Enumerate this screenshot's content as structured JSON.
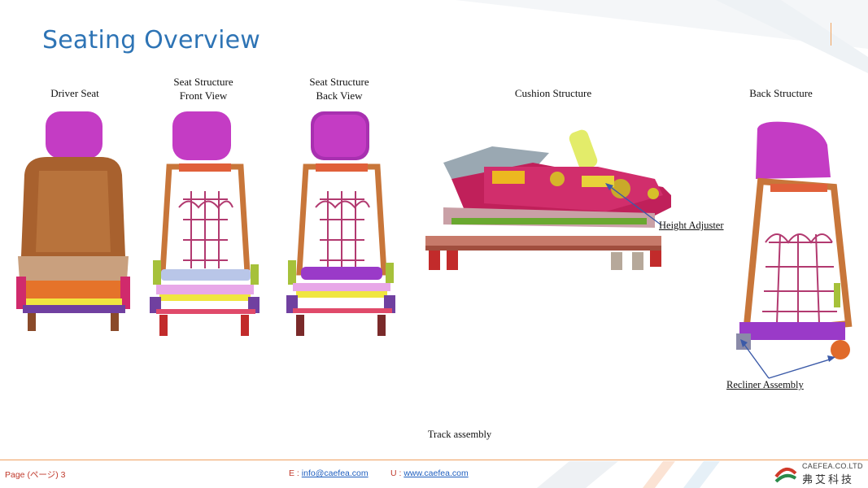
{
  "slide": {
    "title": "Seating Overview"
  },
  "figures": {
    "driver_seat": {
      "label": "Driver Seat"
    },
    "front_view": {
      "label_line1": "Seat Structure",
      "label_line2": "Front View"
    },
    "back_view": {
      "label_line1": "Seat Structure",
      "label_line2": "Back View"
    },
    "cushion": {
      "label": "Cushion Structure",
      "callout": "Height Adjuster"
    },
    "back_structure": {
      "label": "Back Structure",
      "callout": "Recliner Assembly"
    },
    "track": {
      "label": "Track assembly"
    }
  },
  "footer": {
    "page_prefix": "Page (ページ)",
    "page_number": "3",
    "email_label": "E :",
    "email": "info@caefea.com",
    "url_label": "U :",
    "url": "www.caefea.com"
  },
  "logo": {
    "company_en": "CAEFEA.CO.LTD",
    "company_cn": "弗艾科技"
  },
  "colors": {
    "title": "#2e74b5",
    "headrest": "#cc33cc",
    "frame": "#c8763a",
    "footer_rule": "#f0a060"
  }
}
